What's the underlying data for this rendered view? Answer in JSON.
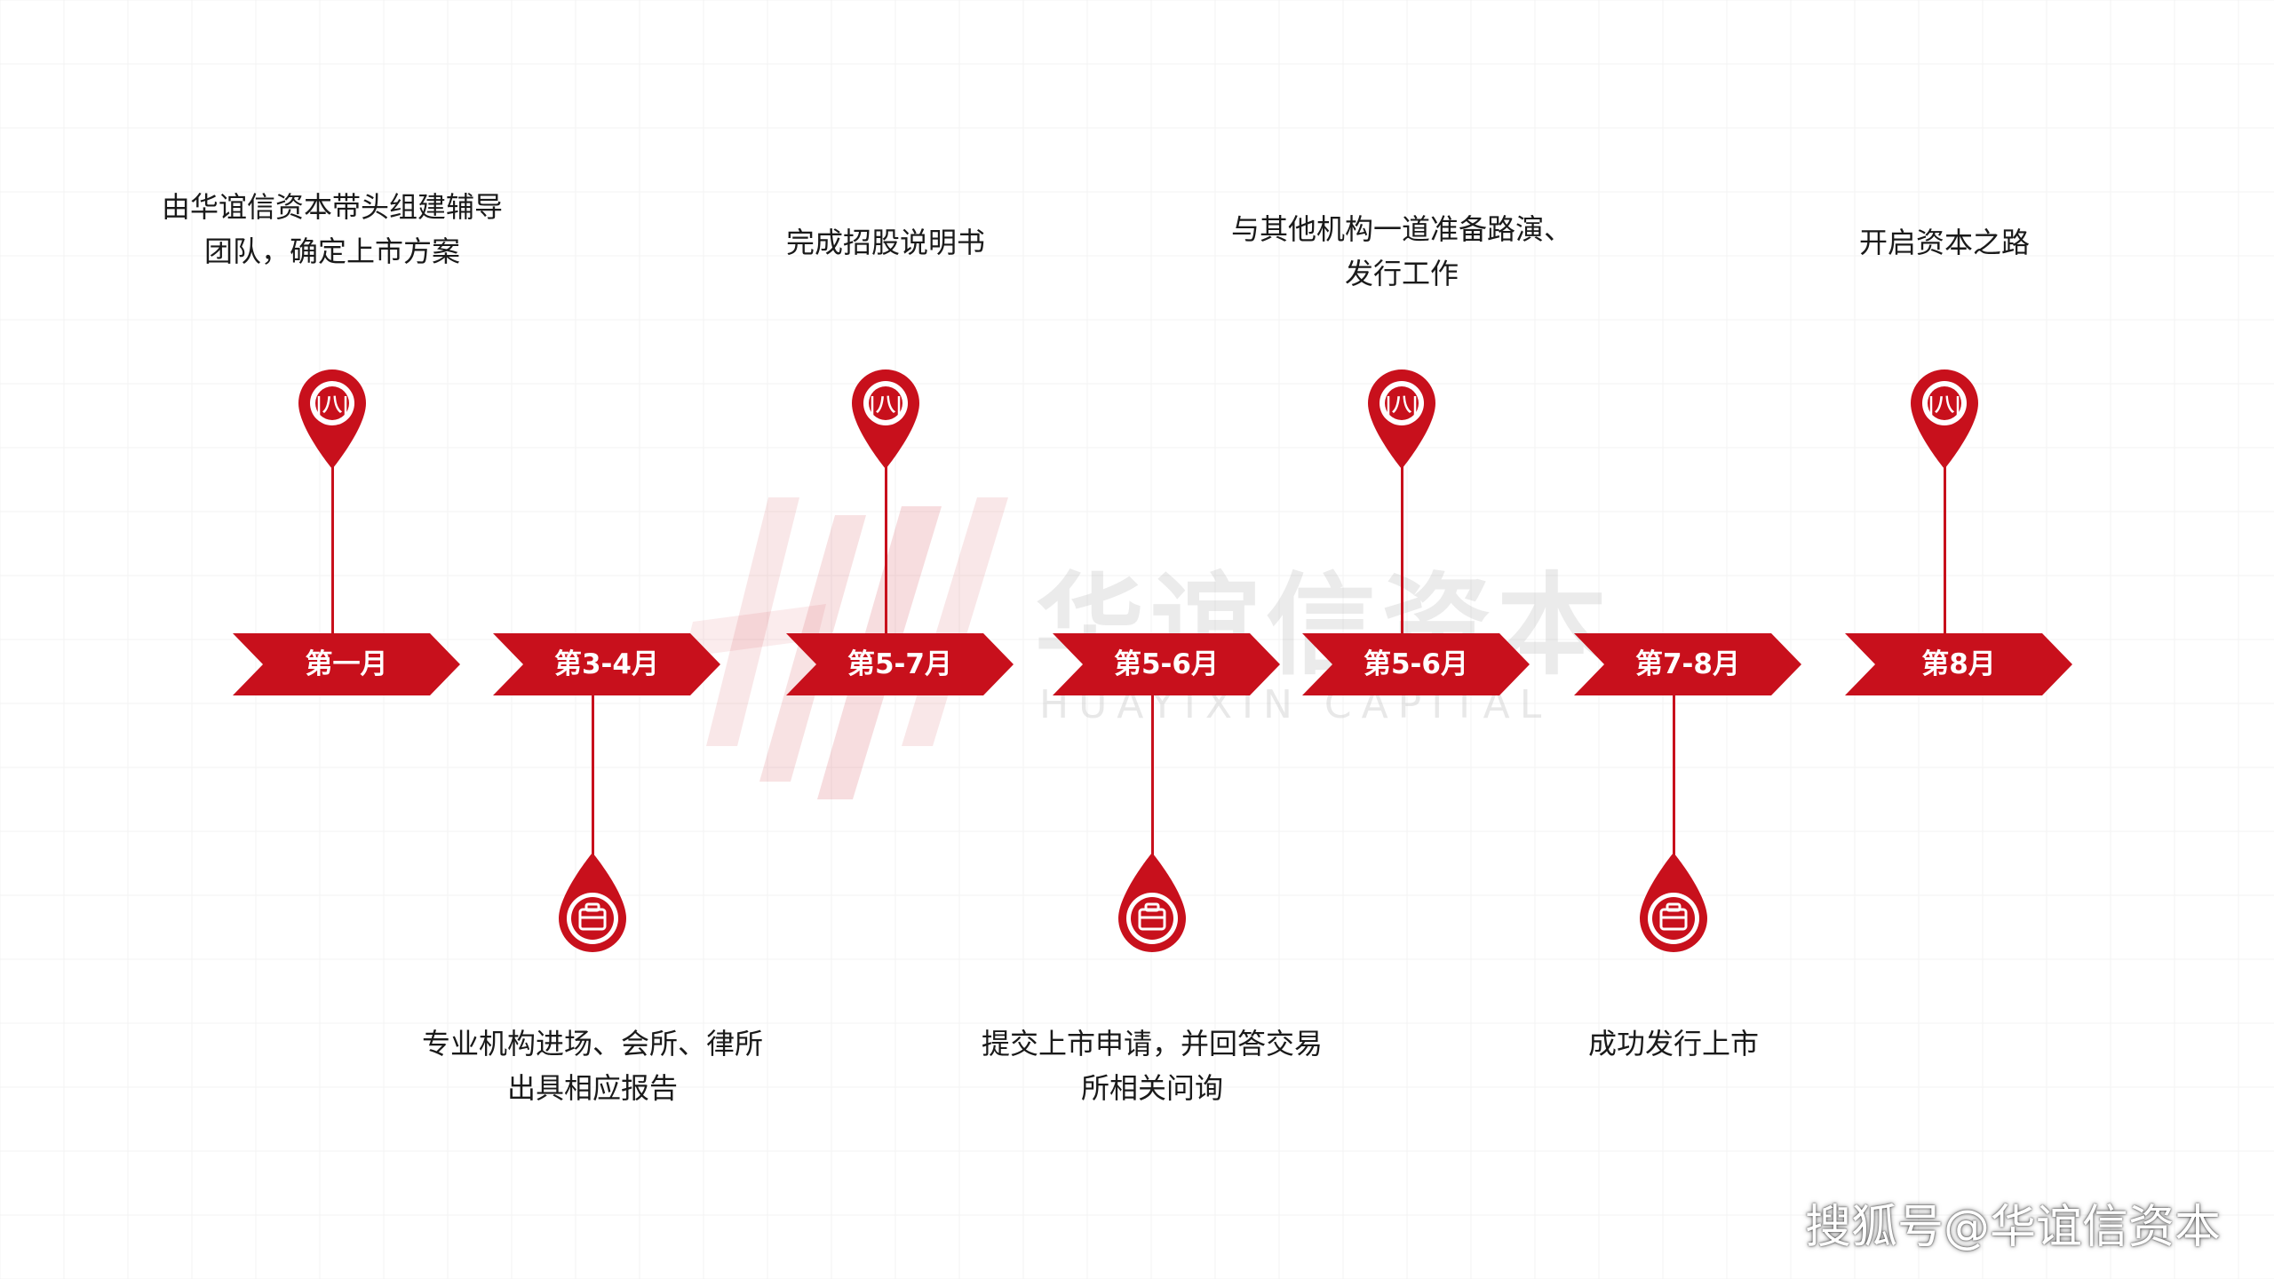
{
  "watermark": {
    "name_cn": "华谊信资本",
    "name_en": "HUAYIXIN CAPITAL"
  },
  "colors": {
    "accent": "#c8101c",
    "pin_inner": "#ffffff",
    "text": "#1a1a1a"
  },
  "steps": [
    {
      "label": "第一月",
      "position": "top",
      "icon": "pin-badge-icon",
      "description": [
        "由华谊信资本带头组建辅导",
        "团队，确定上市方案"
      ]
    },
    {
      "label": "第3-4月",
      "position": "bottom",
      "icon": "briefcase-icon",
      "description": [
        "专业机构进场、会所、律所",
        "出具相应报告"
      ]
    },
    {
      "label": "第5-7月",
      "position": "top",
      "icon": "pin-badge-icon",
      "description": [
        "完成招股说明书"
      ]
    },
    {
      "label": "第5-6月",
      "position": "bottom",
      "icon": "briefcase-icon",
      "description": [
        "提交上市申请，并回答交易",
        "所相关问询"
      ]
    },
    {
      "label": "第5-6月",
      "position": "top",
      "icon": "pin-badge-icon",
      "description": [
        "与其他机构一道准备路演、",
        "发行工作"
      ]
    },
    {
      "label": "第7-8月",
      "position": "bottom",
      "icon": "briefcase-icon",
      "description": [
        "成功发行上市"
      ]
    },
    {
      "label": "第8月",
      "position": "top",
      "icon": "pin-badge-icon",
      "description": [
        "开启资本之路"
      ]
    }
  ],
  "footer": {
    "credit": "搜狐号@华谊信资本"
  }
}
